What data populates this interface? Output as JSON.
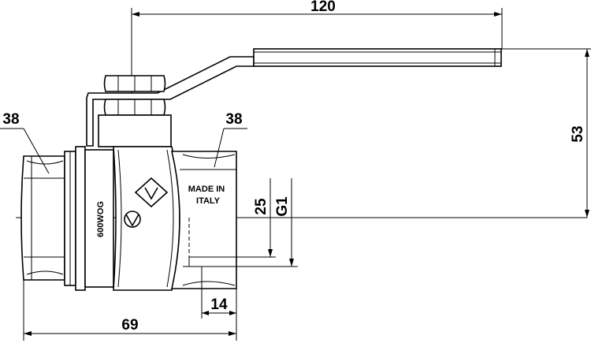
{
  "dimensions": {
    "handle_length": "120",
    "height": "53",
    "body_width": "69",
    "thread_depth": "14",
    "bore": "25",
    "thread_size": "G1",
    "hex_left": "38",
    "hex_right": "38"
  },
  "body_markings": {
    "pressure_rating": "600WOG",
    "origin_line1": "MADE IN",
    "origin_line2": "ITALY"
  },
  "colors": {
    "line": "#000000",
    "background": "#ffffff"
  }
}
